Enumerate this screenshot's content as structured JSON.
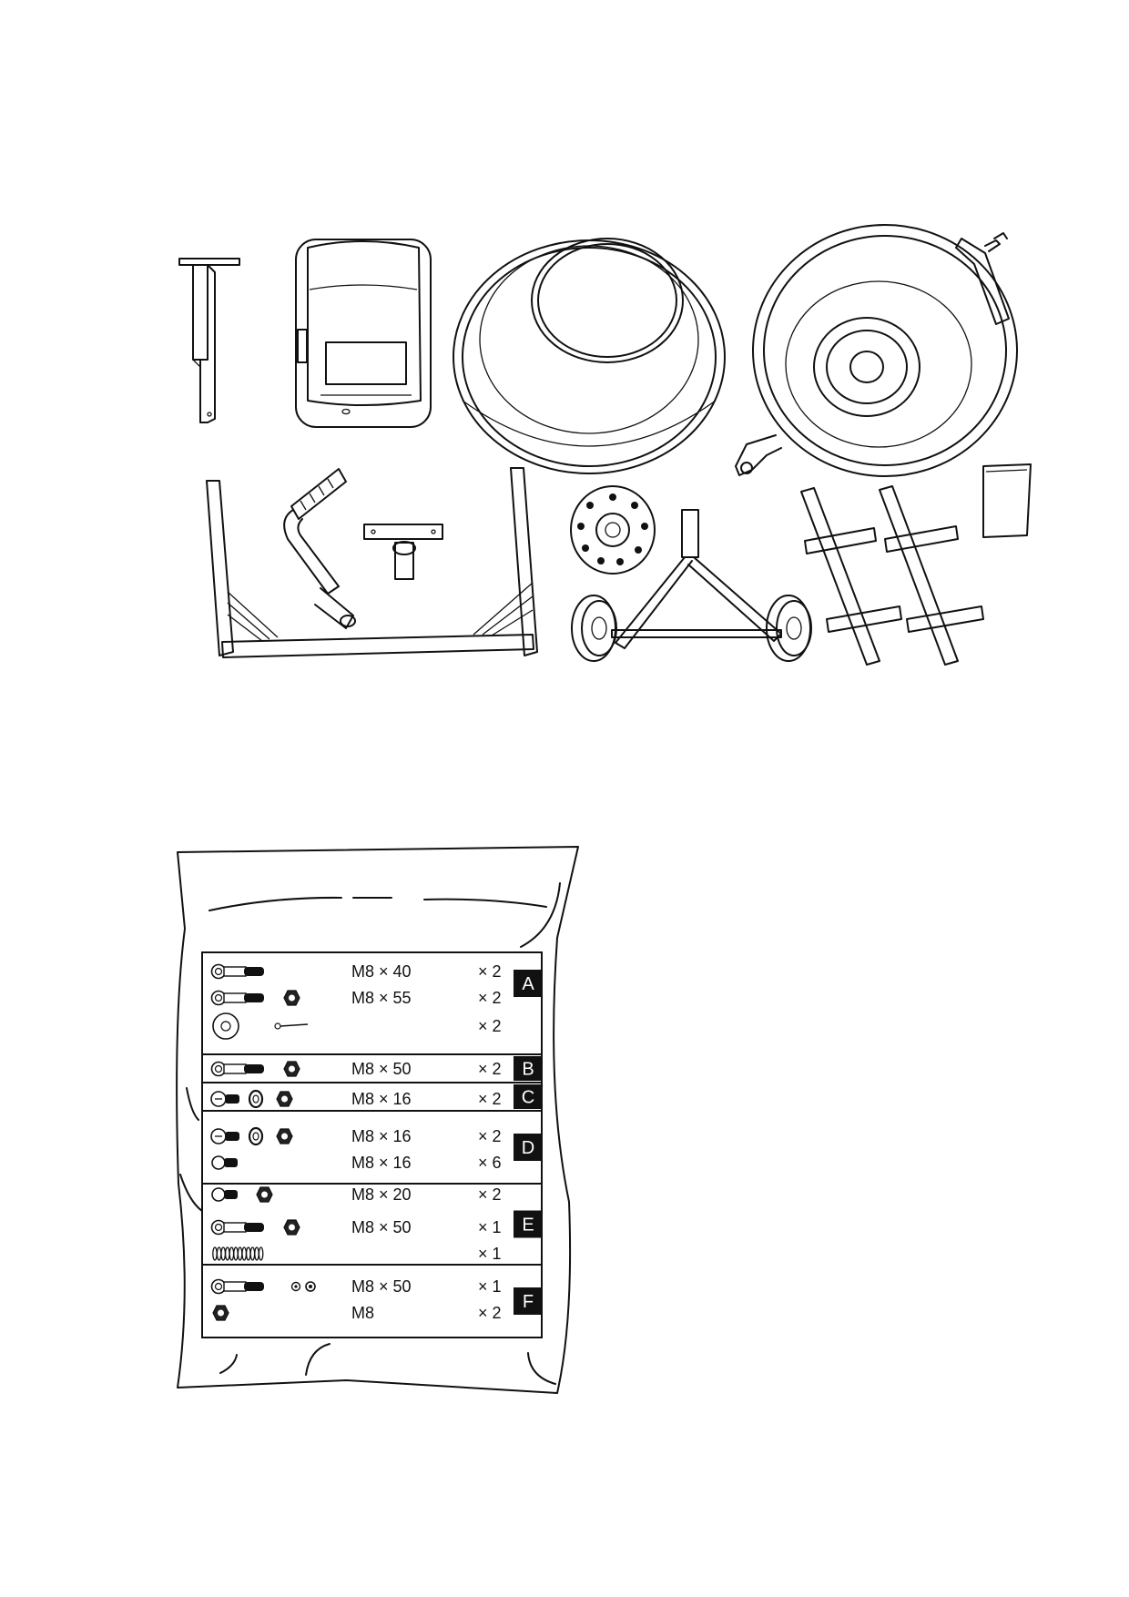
{
  "hardware_groups": [
    {
      "letter": "A",
      "rows": [
        {
          "spec": "M8 × 40",
          "qty": "× 2"
        },
        {
          "spec": "M8 × 55",
          "qty": "× 2"
        },
        {
          "spec": "",
          "qty": "× 2"
        }
      ]
    },
    {
      "letter": "B",
      "rows": [
        {
          "spec": "M8 × 50",
          "qty": "× 2"
        }
      ]
    },
    {
      "letter": "C",
      "rows": [
        {
          "spec": "M8 × 16",
          "qty": "× 2"
        }
      ]
    },
    {
      "letter": "D",
      "rows": [
        {
          "spec": "M8 × 16",
          "qty": "× 2"
        },
        {
          "spec": "M8 × 16",
          "qty": "× 6"
        }
      ]
    },
    {
      "letter": "E",
      "rows": [
        {
          "spec": "M8 × 20",
          "qty": "× 2"
        },
        {
          "spec": "M8 × 50",
          "qty": "× 1"
        },
        {
          "spec": "",
          "qty": "× 1"
        }
      ]
    },
    {
      "letter": "F",
      "rows": [
        {
          "spec": "M8 × 50",
          "qty": "× 1"
        },
        {
          "spec": "M8",
          "qty": "× 2"
        }
      ]
    }
  ],
  "icons": {
    "A": [
      [
        "bolt-long"
      ],
      [
        "bolt-long",
        "nut"
      ],
      [
        "washer-large",
        "cotter-pin"
      ]
    ],
    "B": [
      [
        "bolt-long",
        "nut"
      ]
    ],
    "C": [
      [
        "bolt-short",
        "washer",
        "nut"
      ]
    ],
    "D": [
      [
        "bolt-short",
        "washer",
        "nut"
      ],
      [
        "bolt-stub"
      ]
    ],
    "E": [
      [
        "bolt-stub",
        "nut"
      ],
      [
        "bolt-long",
        "nut"
      ],
      [
        "spring"
      ]
    ],
    "F": [
      [
        "bolt-long",
        "small-washers"
      ],
      [
        "nut"
      ]
    ]
  }
}
